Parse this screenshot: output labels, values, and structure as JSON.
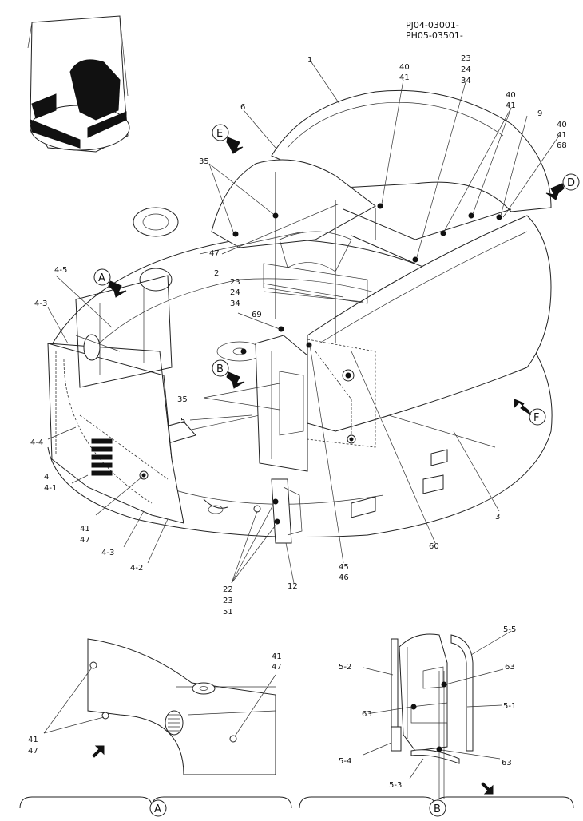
{
  "header": {
    "serial_1": "PJ04-03001-",
    "serial_2": "PH05-03501-"
  },
  "views": {
    "A": "A",
    "B": "B",
    "D": "D",
    "E": "E",
    "F": "F"
  },
  "parts": {
    "p1": "1",
    "p40_41_top": [
      "40",
      "41"
    ],
    "p23_24_34_top": [
      "23",
      "24",
      "34"
    ],
    "p40_41_mid": [
      "40",
      "41"
    ],
    "p9": "9",
    "p40_41_68": [
      "40",
      "41",
      "68"
    ],
    "p6": "6",
    "p35_top": "35",
    "p47": "47",
    "p2": "2",
    "p23_24_34_mid": [
      "23",
      "24",
      "34"
    ],
    "p69": "69",
    "p4_5": "4-5",
    "p4_3_top": "4-3",
    "p35_mid": "35",
    "p5": "5",
    "p4_4": "4-4",
    "p4_4_1": [
      "4",
      "4-1"
    ],
    "p41_47_main": [
      "41",
      "47"
    ],
    "p4_3_bot": "4-3",
    "p4_2": "4-2",
    "p22_23_51": [
      "22",
      "23",
      "51"
    ],
    "p12": "12",
    "p45_46": [
      "45",
      "46"
    ],
    "p60": "60",
    "p3": "3",
    "detailA_41_47_right": [
      "41",
      "47"
    ],
    "detailA_41_47_left": [
      "41",
      "47"
    ],
    "detailB_5_5": "5-5",
    "detailB_5_2": "5-2",
    "detailB_63_a": "63",
    "detailB_5_1": "5-1",
    "detailB_63_b": "63",
    "detailB_5_4": "5-4",
    "detailB_63_c": "63",
    "detailB_5_3": "5-3"
  }
}
